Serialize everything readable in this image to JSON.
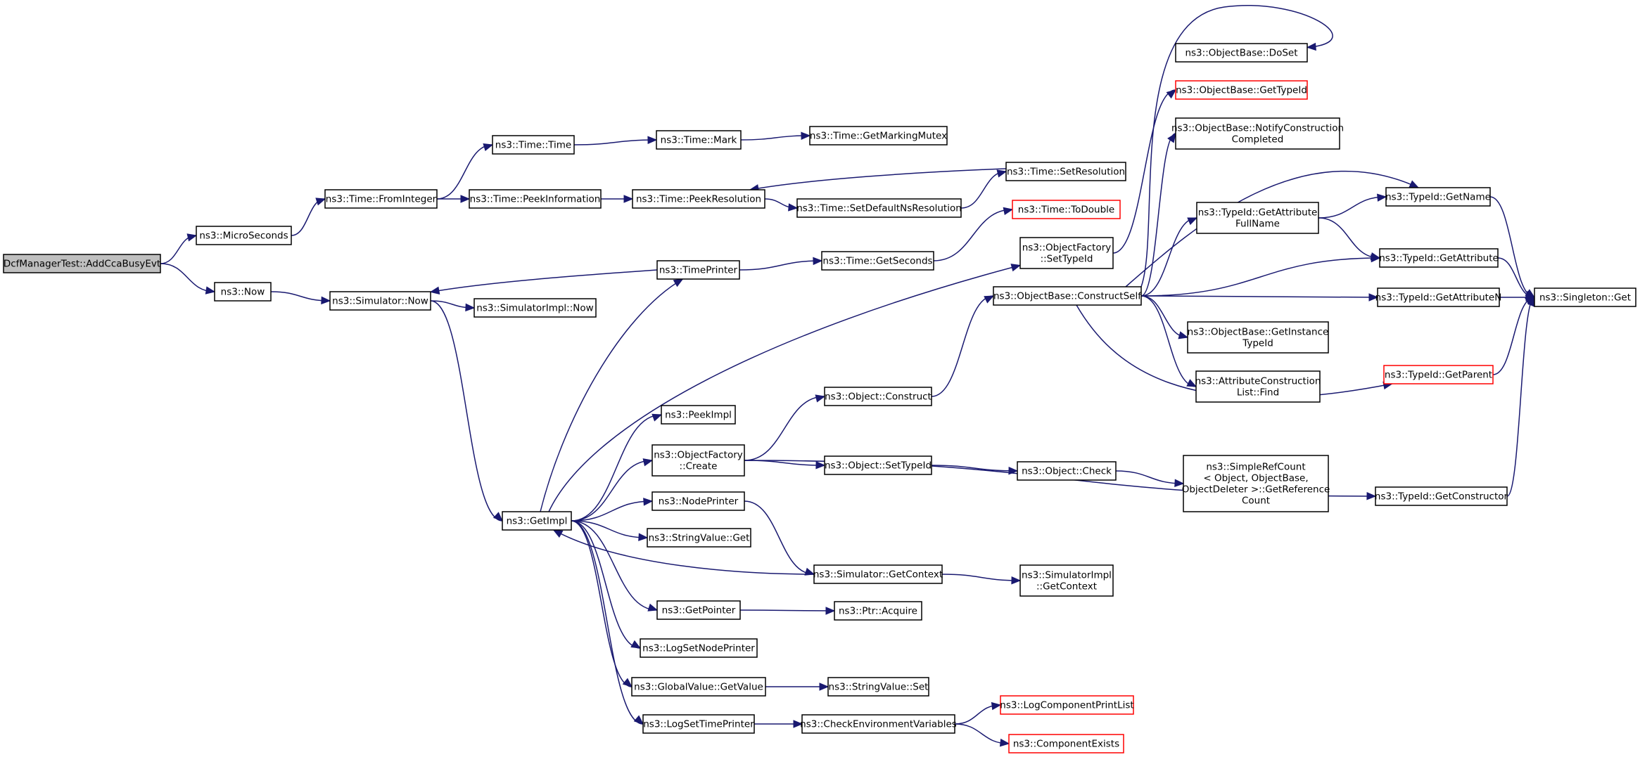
{
  "colors": {
    "edge": "#191970",
    "root_fill": "#bfbfbf",
    "highlight_border": "#ff0000",
    "border": "#000000"
  },
  "nodes": [
    {
      "id": "root",
      "lines": [
        "DcfManagerTest::AddCcaBusyEvt"
      ],
      "style": "root"
    },
    {
      "id": "us",
      "lines": [
        "ns3::MicroSeconds"
      ]
    },
    {
      "id": "now",
      "lines": [
        "ns3::Now"
      ]
    },
    {
      "id": "fromint",
      "lines": [
        "ns3::Time::FromInteger"
      ]
    },
    {
      "id": "simnow",
      "lines": [
        "ns3::Simulator::Now"
      ]
    },
    {
      "id": "timetime",
      "lines": [
        "ns3::Time::Time"
      ]
    },
    {
      "id": "peekinfo",
      "lines": [
        "ns3::Time::PeekInformation"
      ]
    },
    {
      "id": "implnow",
      "lines": [
        "ns3::SimulatorImpl::Now"
      ]
    },
    {
      "id": "getimpl",
      "lines": [
        "ns3::GetImpl"
      ]
    },
    {
      "id": "mark",
      "lines": [
        "ns3::Time::Mark"
      ]
    },
    {
      "id": "peekres",
      "lines": [
        "ns3::Time::PeekResolution"
      ]
    },
    {
      "id": "timeprinter",
      "lines": [
        "ns3::TimePrinter"
      ]
    },
    {
      "id": "peekimpl",
      "lines": [
        "ns3::PeekImpl"
      ]
    },
    {
      "id": "ofcreate",
      "lines": [
        "ns3::ObjectFactory",
        "::Create"
      ]
    },
    {
      "id": "nodeprinter",
      "lines": [
        "ns3::NodePrinter"
      ]
    },
    {
      "id": "svget",
      "lines": [
        "ns3::StringValue::Get"
      ]
    },
    {
      "id": "getpointer",
      "lines": [
        "ns3::GetPointer"
      ]
    },
    {
      "id": "logsetnode",
      "lines": [
        "ns3::LogSetNodePrinter"
      ]
    },
    {
      "id": "gvgetvalue",
      "lines": [
        "ns3::GlobalValue::GetValue"
      ]
    },
    {
      "id": "logsettime",
      "lines": [
        "ns3::LogSetTimePrinter"
      ]
    },
    {
      "id": "getmutex",
      "lines": [
        "ns3::Time::GetMarkingMutex"
      ]
    },
    {
      "id": "setdefns",
      "lines": [
        "ns3::Time::SetDefaultNsResolution"
      ]
    },
    {
      "id": "getseconds",
      "lines": [
        "ns3::Time::GetSeconds"
      ]
    },
    {
      "id": "objconstruct",
      "lines": [
        "ns3::Object::Construct"
      ]
    },
    {
      "id": "objsettypeid",
      "lines": [
        "ns3::Object::SetTypeId"
      ]
    },
    {
      "id": "simgetctx",
      "lines": [
        "ns3::Simulator::GetContext"
      ]
    },
    {
      "id": "ptracquire",
      "lines": [
        "ns3::Ptr::Acquire"
      ]
    },
    {
      "id": "svset",
      "lines": [
        "ns3::StringValue::Set"
      ]
    },
    {
      "id": "checkenv",
      "lines": [
        "ns3::CheckEnvironmentVariables"
      ]
    },
    {
      "id": "setres",
      "lines": [
        "ns3::Time::SetResolution"
      ]
    },
    {
      "id": "todouble",
      "lines": [
        "ns3::Time::ToDouble"
      ],
      "style": "red"
    },
    {
      "id": "ofsettypeid",
      "lines": [
        "ns3::ObjectFactory",
        "::SetTypeId"
      ]
    },
    {
      "id": "constructself",
      "lines": [
        "ns3::ObjectBase::ConstructSelf"
      ]
    },
    {
      "id": "objcheck",
      "lines": [
        "ns3::Object::Check"
      ]
    },
    {
      "id": "implgetctx",
      "lines": [
        "ns3::SimulatorImpl",
        "::GetContext"
      ]
    },
    {
      "id": "logcpl",
      "lines": [
        "ns3::LogComponentPrintList"
      ],
      "style": "red"
    },
    {
      "id": "compexists",
      "lines": [
        "ns3::ComponentExists"
      ],
      "style": "red"
    },
    {
      "id": "doset",
      "lines": [
        "ns3::ObjectBase::DoSet"
      ]
    },
    {
      "id": "obgettypeid",
      "lines": [
        "ns3::ObjectBase::GetTypeId"
      ],
      "style": "red"
    },
    {
      "id": "notifyconst",
      "lines": [
        "ns3::ObjectBase::NotifyConstruction",
        "Completed"
      ]
    },
    {
      "id": "getattrfull",
      "lines": [
        "ns3::TypeId::GetAttribute",
        "FullName"
      ]
    },
    {
      "id": "getinsttid",
      "lines": [
        "ns3::ObjectBase::GetInstance",
        "TypeId"
      ]
    },
    {
      "id": "acfind",
      "lines": [
        "ns3::AttributeConstruction",
        "List::Find"
      ]
    },
    {
      "id": "srcgetref",
      "lines": [
        "ns3::SimpleRefCount",
        "< Object, ObjectBase,",
        "ObjectDeleter >::GetReference",
        "Count"
      ]
    },
    {
      "id": "tidgetname",
      "lines": [
        "ns3::TypeId::GetName"
      ]
    },
    {
      "id": "tidgetattr",
      "lines": [
        "ns3::TypeId::GetAttribute"
      ]
    },
    {
      "id": "tidgetattrn",
      "lines": [
        "ns3::TypeId::GetAttributeN"
      ]
    },
    {
      "id": "tidgetparent",
      "lines": [
        "ns3::TypeId::GetParent"
      ],
      "style": "red"
    },
    {
      "id": "tidgetctor",
      "lines": [
        "ns3::TypeId::GetConstructor"
      ]
    },
    {
      "id": "singleton",
      "lines": [
        "ns3::Singleton::Get"
      ]
    }
  ],
  "edges": [
    [
      "root",
      "us"
    ],
    [
      "root",
      "now"
    ],
    [
      "us",
      "fromint"
    ],
    [
      "fromint",
      "timetime"
    ],
    [
      "fromint",
      "peekinfo"
    ],
    [
      "timetime",
      "mark"
    ],
    [
      "mark",
      "getmutex"
    ],
    [
      "peekinfo",
      "peekres"
    ],
    [
      "peekres",
      "setdefns"
    ],
    [
      "setdefns",
      "setres"
    ],
    [
      "setres",
      "peekres"
    ],
    [
      "now",
      "simnow"
    ],
    [
      "simnow",
      "implnow"
    ],
    [
      "simnow",
      "getimpl"
    ],
    [
      "timeprinter",
      "simnow"
    ],
    [
      "timeprinter",
      "getseconds"
    ],
    [
      "getseconds",
      "todouble"
    ],
    [
      "getimpl",
      "timeprinter"
    ],
    [
      "getimpl",
      "ofsettypeid"
    ],
    [
      "getimpl",
      "peekimpl"
    ],
    [
      "getimpl",
      "ofcreate"
    ],
    [
      "getimpl",
      "nodeprinter"
    ],
    [
      "getimpl",
      "svget"
    ],
    [
      "getimpl",
      "getpointer"
    ],
    [
      "getimpl",
      "logsetnode"
    ],
    [
      "getimpl",
      "gvgetvalue"
    ],
    [
      "getimpl",
      "logsettime"
    ],
    [
      "ofcreate",
      "objconstruct"
    ],
    [
      "ofcreate",
      "objsettypeid"
    ],
    [
      "ofcreate",
      "tidgetctor"
    ],
    [
      "objconstruct",
      "constructself"
    ],
    [
      "objsettypeid",
      "objcheck"
    ],
    [
      "objcheck",
      "srcgetref"
    ],
    [
      "nodeprinter",
      "simgetctx"
    ],
    [
      "simgetctx",
      "getimpl"
    ],
    [
      "simgetctx",
      "implgetctx"
    ],
    [
      "getpointer",
      "ptracquire"
    ],
    [
      "gvgetvalue",
      "svset"
    ],
    [
      "logsettime",
      "checkenv"
    ],
    [
      "checkenv",
      "logcpl"
    ],
    [
      "checkenv",
      "compexists"
    ],
    [
      "ofsettypeid",
      "obgettypeid"
    ],
    [
      "constructself",
      "doset"
    ],
    [
      "constructself",
      "notifyconst"
    ],
    [
      "constructself",
      "getattrfull"
    ],
    [
      "constructself",
      "tidgetname"
    ],
    [
      "constructself",
      "tidgetattr"
    ],
    [
      "constructself",
      "tidgetattrn"
    ],
    [
      "constructself",
      "getinsttid"
    ],
    [
      "constructself",
      "acfind"
    ],
    [
      "constructself",
      "tidgetparent"
    ],
    [
      "getattrfull",
      "tidgetname"
    ],
    [
      "getattrfull",
      "tidgetattr"
    ],
    [
      "tidgetname",
      "singleton"
    ],
    [
      "tidgetattr",
      "singleton"
    ],
    [
      "tidgetattrn",
      "singleton"
    ],
    [
      "tidgetparent",
      "singleton"
    ],
    [
      "tidgetctor",
      "singleton"
    ]
  ]
}
